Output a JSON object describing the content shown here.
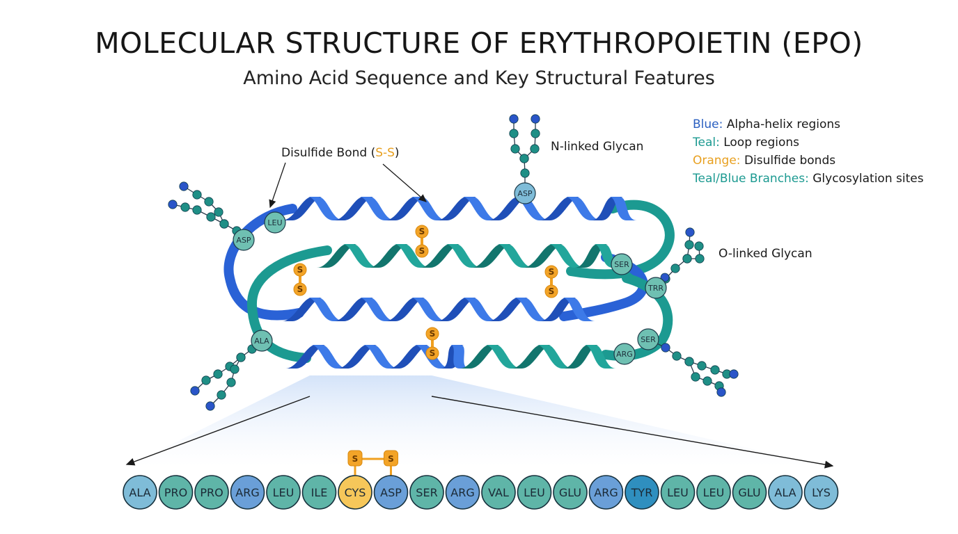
{
  "title": "MOLECULAR STRUCTURE OF ERYTHROPOIETIN (EPO)",
  "subtitle": "Amino Acid Sequence and Key Structural Features",
  "colors": {
    "helix_blue": "#2f6fe0",
    "loop_teal": "#1c9a91",
    "disulfide_orange": "#f0a020",
    "glycan_blue": "#2a55c8",
    "glycan_teal": "#1f8f86"
  },
  "legend": [
    {
      "key": "Blue:",
      "text": " Alpha-helix regions",
      "color": "#2a5fc0"
    },
    {
      "key": "Teal:",
      "text": " Loop regions",
      "color": "#1c9a91"
    },
    {
      "key": "Orange:",
      "text": " Disulfide bonds",
      "color": "#e8a020"
    },
    {
      "key": "Teal/Blue Branches:",
      "text": " Glycosylation sites",
      "color": "#1c9a91"
    }
  ],
  "callouts": {
    "disulfide_prefix": "Disulfide Bond (",
    "disulfide_ss": "S-S",
    "disulfide_suffix": ")",
    "n_glycan": "N-linked Glycan",
    "o_glycan": "O-linked Glycan"
  },
  "residue_labels": [
    "LEU",
    "ASP",
    "ASP",
    "SER",
    "TRR",
    "ALA",
    "SER",
    "ARG"
  ],
  "sulfur_label": "S",
  "sequence": [
    {
      "name": "ALA",
      "color": "#7fbcd8"
    },
    {
      "name": "PRO",
      "color": "#5fb5a8"
    },
    {
      "name": "PRO",
      "color": "#5fb5a8"
    },
    {
      "name": "ARG",
      "color": "#6a9fd8"
    },
    {
      "name": "LEU",
      "color": "#5fb5a8"
    },
    {
      "name": "ILE",
      "color": "#5fb5a8"
    },
    {
      "name": "CYS",
      "color": "#f6c75a"
    },
    {
      "name": "ASP",
      "color": "#6a9fd8"
    },
    {
      "name": "SER",
      "color": "#5fb5a8"
    },
    {
      "name": "ARG",
      "color": "#6a9fd8"
    },
    {
      "name": "VAL",
      "color": "#5fb5a8"
    },
    {
      "name": "LEU",
      "color": "#5fb5a8"
    },
    {
      "name": "GLU",
      "color": "#5fb5a8"
    },
    {
      "name": "ARG",
      "color": "#6a9fd8"
    },
    {
      "name": "TYR",
      "color": "#2f8fbf"
    },
    {
      "name": "LEU",
      "color": "#5fb5a8"
    },
    {
      "name": "LEU",
      "color": "#5fb5a8"
    },
    {
      "name": "GLU",
      "color": "#5fb5a8"
    },
    {
      "name": "ALA",
      "color": "#7fbcd8"
    },
    {
      "name": "LYS",
      "color": "#7fbcd8"
    }
  ],
  "sequence_bond": {
    "from": "CYS",
    "to": "ASP",
    "labels": [
      "S",
      "S"
    ]
  }
}
